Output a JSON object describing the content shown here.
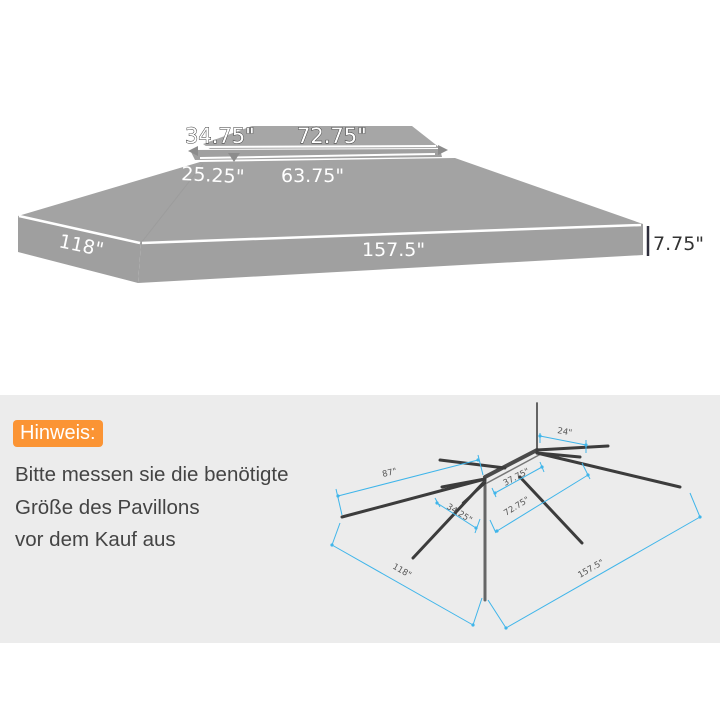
{
  "roof_diagram": {
    "labels": {
      "upper_depth": "34.75\"",
      "upper_width": "72.75\"",
      "upper_inner_depth": "25.25\"",
      "upper_inner_width": "63.75\"",
      "depth": "118\"",
      "width": "157.5\"",
      "height": "7.75\""
    },
    "colors": {
      "canvas_fill": "#a2a2a2",
      "canvas_side": "#9a9a9a",
      "edge_highlight": "#ffffff",
      "height_marker": "#333344"
    }
  },
  "note_panel": {
    "badge": "Hinweis:",
    "lines": [
      "Bitte messen sie die benötigte",
      "Größe des Pavillons",
      "vor dem Kauf aus"
    ],
    "colors": {
      "badge_bg": "#fb9434",
      "panel_bg": "#ececec",
      "text": "#444444"
    }
  },
  "frame_diagram": {
    "labels": {
      "top_right": "24\"",
      "left_long": "87\"",
      "inner_short": "37.75\"",
      "inner_side": "34.25\"",
      "inner_long": "72.75\"",
      "depth": "118\"",
      "width": "157.5\""
    },
    "colors": {
      "dimension_line": "#3fb5ea",
      "frame_pole": "#3c3c3c"
    }
  }
}
